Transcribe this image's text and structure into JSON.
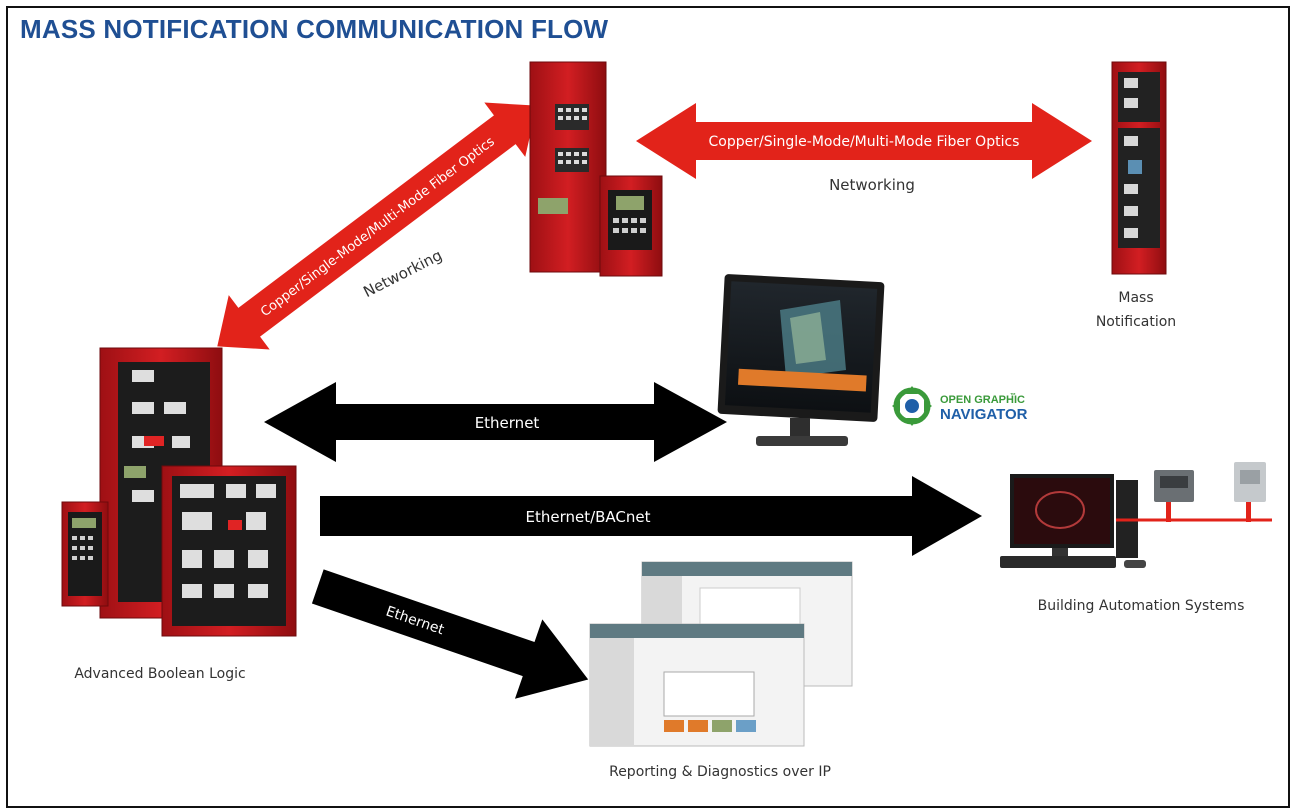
{
  "title": "MASS NOTIFICATION COMMUNICATION FLOW",
  "links": {
    "fiber_diag": "Copper/Single-Mode/Multi-Mode Fiber Optics",
    "fiber_diag_sub": "Networking",
    "fiber_horiz": "Copper/Single-Mode/Multi-Mode Fiber Optics",
    "fiber_horiz_sub": "Networking",
    "ethernet_1": "Ethernet",
    "ethernet_bacnet": "Ethernet/BACnet",
    "ethernet_2": "Ethernet"
  },
  "nodes": {
    "mass_notification_1": "Mass",
    "mass_notification_2": "Notification",
    "advanced_boolean": "Advanced Boolean Logic",
    "building_automation": "Building Automation Systems",
    "reporting": "Reporting & Diagnostics over IP"
  },
  "logo": {
    "line1": "OPEN GRAPHIC",
    "tm": "™",
    "line2": "NAVIGATOR"
  },
  "colors": {
    "title": "#1f4f93",
    "panel_red": "#c4161c",
    "arrow_red": "#e2231a",
    "arrow_black": "#000000",
    "logo_green": "#3a9a3a",
    "logo_blue": "#1f5fa8"
  }
}
